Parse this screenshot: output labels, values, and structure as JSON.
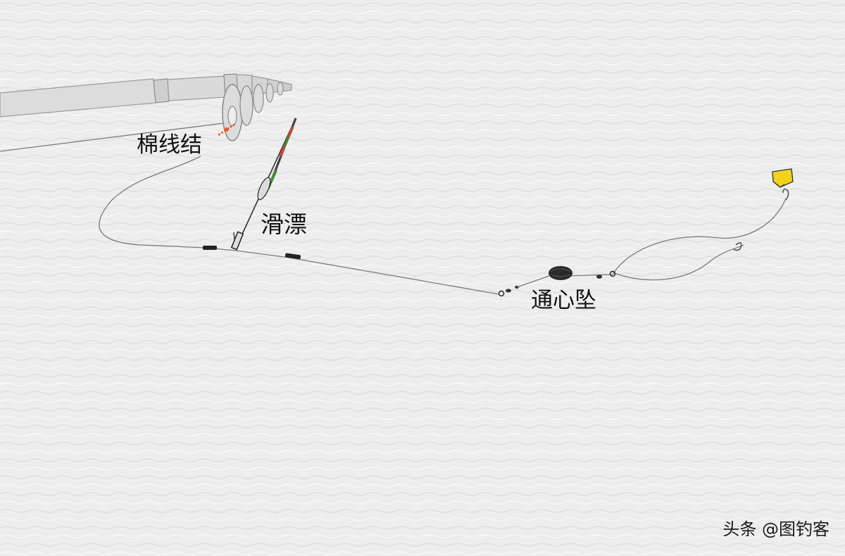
{
  "labels": {
    "cotton_knot": "棉线结",
    "sliding_float": "滑漂",
    "through_sinker": "通心坠"
  },
  "watermark": "头条 @图钓客",
  "colors": {
    "background": "#ededed",
    "line": "#7a7a7a",
    "rod": "#d6d6d6",
    "rod_outline": "#9a9a9a",
    "knot": "#e85a1e",
    "float_green": "#4a8a3a",
    "float_red": "#c84a3a",
    "bait_yellow": "#f2d21a",
    "sinker": "#2a2a2a"
  }
}
